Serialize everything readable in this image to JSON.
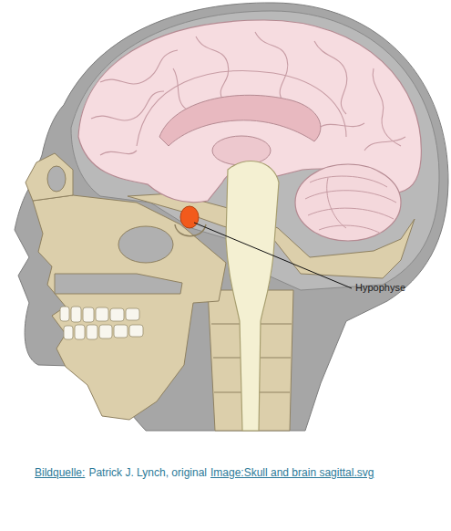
{
  "diagram": {
    "labels": [
      "Hypophyse",
      "Bildquelle:",
      "Patrick J. Lynch, original",
      "Image:Skull and brain sagittal.svg"
    ]
  }
}
